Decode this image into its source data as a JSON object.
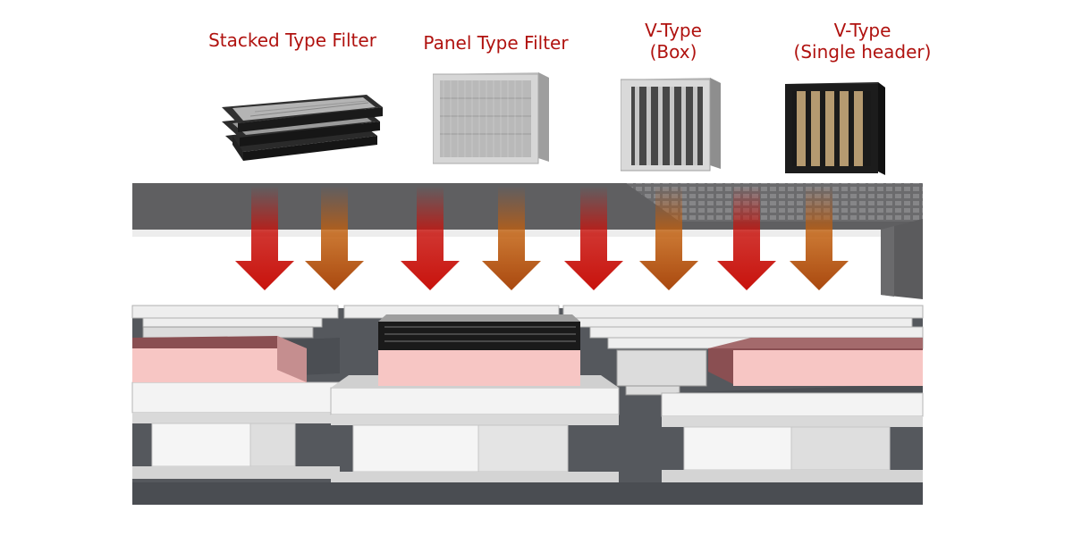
{
  "colors": {
    "label_text": "#b0120f",
    "red_arrow": "#c8120c",
    "orange_arrow": "#b8530f",
    "ceiling": "#5f5f61",
    "floor": "#55585d",
    "pink_filter": "#f7c6c4",
    "filter_lid": "#8a4f52"
  },
  "products": [
    {
      "name": "Stacked Type Filter",
      "lines": [
        "Stacked Type Filter"
      ],
      "icon": "stacked-filter-icon"
    },
    {
      "name": "Panel Type Filter",
      "lines": [
        "Panel Type Filter"
      ],
      "icon": "panel-filter-icon"
    },
    {
      "name": "V-Type (Box)",
      "lines": [
        "V-Type",
        "(Box)"
      ],
      "icon": "v-type-box-filter-icon"
    },
    {
      "name": "V-Type (Single header)",
      "lines": [
        "V-Type",
        "(Single header)"
      ],
      "icon": "v-type-single-header-filter-icon"
    }
  ],
  "airflow_arrows": [
    "red",
    "orange",
    "red",
    "orange",
    "red",
    "orange",
    "red",
    "orange"
  ]
}
